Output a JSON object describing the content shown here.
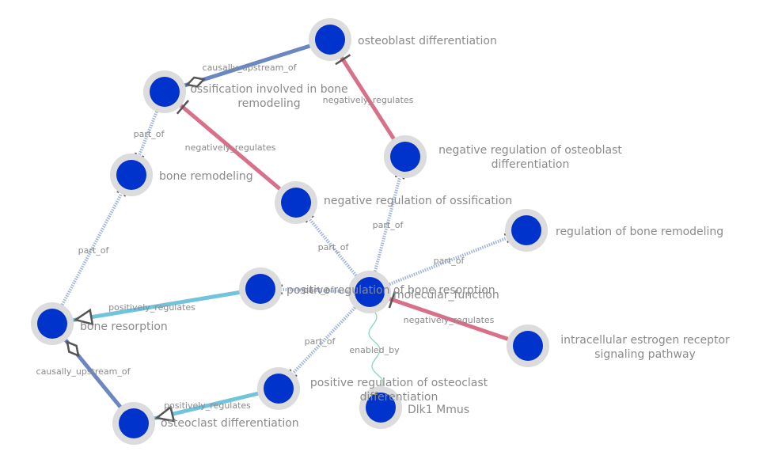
{
  "colors": {
    "node_fill": "#0033cc",
    "node_ring": "#dcdcdc",
    "label_text": "#8a8a8a",
    "negatively_regulates": "#d9708a",
    "positively_regulates": "#72c4dc",
    "causally_upstream_of": "#6b87c2",
    "part_of": "#9fb3dd",
    "enabled_by": "#8fd8c8",
    "marker": "#555555"
  },
  "nodes": [
    {
      "id": "n_osteoblast_diff",
      "name": "osteoblast-differentiation-node",
      "lines": [
        "osteoblast differentiation"
      ],
      "anchor": "start"
    },
    {
      "id": "n_ossification",
      "name": "ossification-bone-remodeling-node",
      "lines": [
        "ossification involved in bone",
        "remodeling"
      ],
      "anchor": "middle"
    },
    {
      "id": "n_neg_reg_osteoblast",
      "name": "negative-regulation-osteoblast-node",
      "lines": [
        "negative regulation of osteoblast",
        "differentiation"
      ],
      "anchor": "middle"
    },
    {
      "id": "n_bone_remodeling",
      "name": "bone-remodeling-node",
      "lines": [
        "bone remodeling"
      ],
      "anchor": "start"
    },
    {
      "id": "n_neg_reg_ossification",
      "name": "negative-regulation-ossification-node",
      "lines": [
        "negative regulation of ossification"
      ],
      "anchor": "start"
    },
    {
      "id": "n_reg_bone_remodeling",
      "name": "regulation-bone-remodeling-node",
      "lines": [
        "regulation of bone remodeling"
      ],
      "anchor": "start"
    },
    {
      "id": "n_pos_reg_resorption",
      "name": "positive-regulation-bone-resorption-node",
      "lines": [
        "positive regulation of bone resorption"
      ],
      "anchor": "start"
    },
    {
      "id": "n_molecular_function",
      "name": "molecular-function-node",
      "lines": [
        "molecular_function"
      ],
      "anchor": "start"
    },
    {
      "id": "n_bone_resorption",
      "name": "bone-resorption-node",
      "lines": [
        "bone resorption"
      ],
      "anchor": "start"
    },
    {
      "id": "n_estrogen",
      "name": "intracellular-estrogen-receptor-node",
      "lines": [
        "intracellular estrogen receptor",
        "signaling pathway"
      ],
      "anchor": "middle"
    },
    {
      "id": "n_pos_reg_osteoclast",
      "name": "positive-regulation-osteoclast-node",
      "lines": [
        "positive regulation of osteoclast",
        "differentiation"
      ],
      "anchor": "middle"
    },
    {
      "id": "n_dlk1",
      "name": "dlk1-mmus-node",
      "lines": [
        "Dlk1 Mmus"
      ],
      "anchor": "start"
    },
    {
      "id": "n_osteoclast_diff",
      "name": "osteoclast-differentiation-node",
      "lines": [
        "osteoclast differentiation"
      ],
      "anchor": "start"
    }
  ],
  "edges": [
    {
      "name": "edge-causally-upstream-of-ossification",
      "type": "causally_upstream_of",
      "label": "causally_upstream_of",
      "source": "n_osteoblast_diff",
      "target": "n_ossification"
    },
    {
      "name": "edge-negatively-regulates-osteoblast",
      "type": "negatively_regulates",
      "label": "negatively_regulates",
      "source": "n_neg_reg_osteoblast",
      "target": "n_osteoblast_diff"
    },
    {
      "name": "edge-part-of-ossification-bone-remodeling",
      "type": "part_of",
      "label": "part_of",
      "source": "n_ossification",
      "target": "n_bone_remodeling"
    },
    {
      "name": "edge-negatively-regulates-ossification",
      "type": "negatively_regulates",
      "label": "negatively_regulates",
      "source": "n_neg_reg_ossification",
      "target": "n_ossification"
    },
    {
      "name": "edge-part-of-bone-resorption-remodeling",
      "type": "part_of",
      "label": "part_of",
      "source": "n_bone_resorption",
      "target": "n_bone_remodeling"
    },
    {
      "name": "edge-part-of-mf-neg-reg-ossification",
      "type": "part_of",
      "label": "part_of",
      "source": "n_molecular_function",
      "target": "n_neg_reg_ossification"
    },
    {
      "name": "edge-part-of-mf-neg-reg-osteoblast",
      "type": "part_of",
      "label": "part_of",
      "source": "n_molecular_function",
      "target": "n_neg_reg_osteoblast"
    },
    {
      "name": "edge-part-of-mf-reg-bone-remodeling",
      "type": "part_of",
      "label": "part_of",
      "source": "n_molecular_function",
      "target": "n_reg_bone_remodeling"
    },
    {
      "name": "edge-part-of-mf-pos-reg-resorption",
      "type": "part_of",
      "label": "part_of",
      "source": "n_molecular_function",
      "target": "n_pos_reg_resorption"
    },
    {
      "name": "edge-positively-regulates-bone-resorption",
      "type": "positively_regulates",
      "label": "positively_regulates",
      "source": "n_pos_reg_resorption",
      "target": "n_bone_resorption"
    },
    {
      "name": "edge-negatively-regulates-mf",
      "type": "negatively_regulates",
      "label": "negatively_regulates",
      "source": "n_estrogen",
      "target": "n_molecular_function"
    },
    {
      "name": "edge-part-of-mf-pos-reg-osteoclast",
      "type": "part_of",
      "label": "part_of",
      "source": "n_molecular_function",
      "target": "n_pos_reg_osteoclast"
    },
    {
      "name": "edge-enabled-by-dlk1",
      "type": "enabled_by",
      "label": "enabled_by",
      "source": "n_molecular_function",
      "target": "n_dlk1"
    },
    {
      "name": "edge-causally-upstream-of-osteoclast",
      "type": "causally_upstream_of",
      "label": "causally_upstream_of",
      "source": "n_osteoclast_diff",
      "target": "n_bone_resorption"
    },
    {
      "name": "edge-positively-regulates-osteoclast",
      "type": "positively_regulates",
      "label": "positively_regulates",
      "source": "n_pos_reg_osteoclast",
      "target": "n_osteoclast_diff"
    }
  ]
}
